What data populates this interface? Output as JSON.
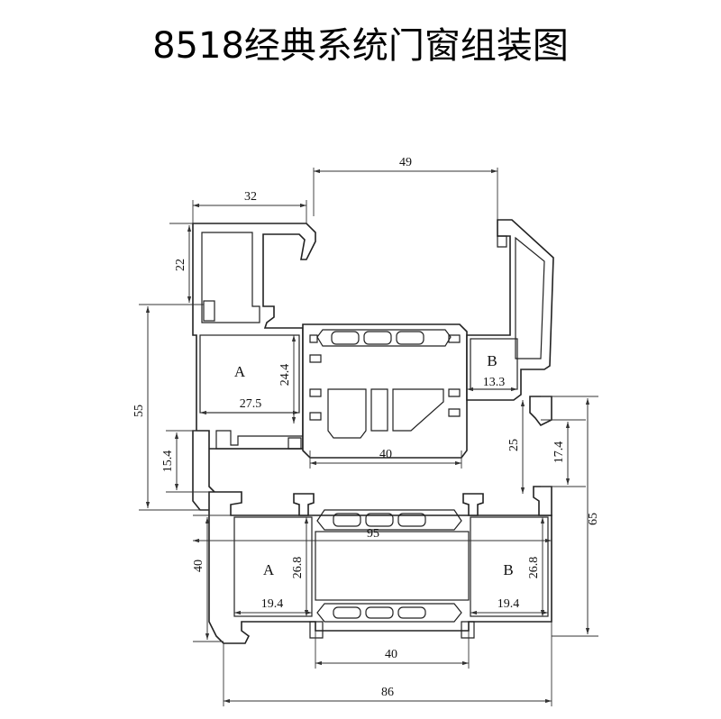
{
  "title": "8518经典系统门窗组装图",
  "dimensions": {
    "d49": "49",
    "d32": "32",
    "d22": "22",
    "d55": "55",
    "d24_4": "24.4",
    "d27_5": "27.5",
    "d13_3": "13.3",
    "d40_top": "40",
    "d25": "25",
    "d17_4": "17.4",
    "d15_4": "15.4",
    "d65": "65",
    "d95": "95",
    "d40_left": "40",
    "d26_8_a": "26.8",
    "d26_8_b": "26.8",
    "d19_4_a": "19.4",
    "d19_4_b": "19.4",
    "d40_bottom": "40",
    "d86": "86"
  },
  "labels": {
    "a_top": "A",
    "b_top": "B",
    "a_bottom": "A",
    "b_bottom": "B"
  }
}
